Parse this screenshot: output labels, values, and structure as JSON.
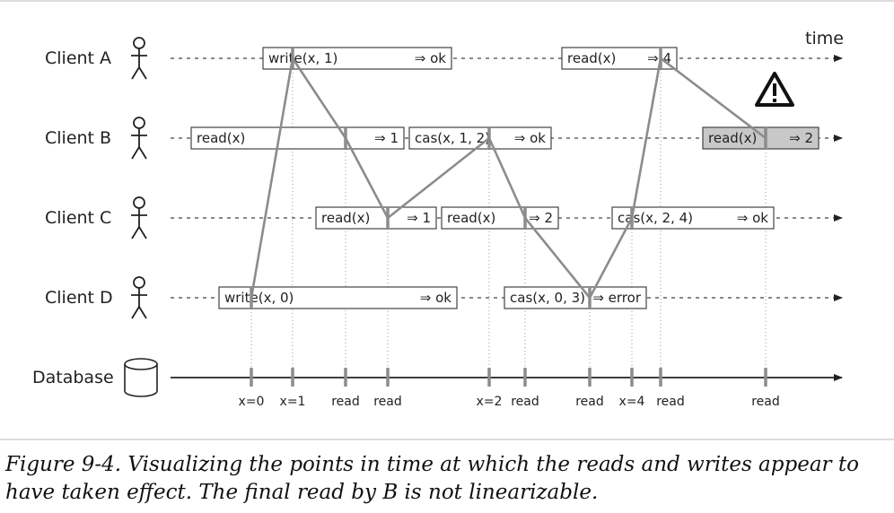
{
  "time_label": "time",
  "clients": [
    {
      "name": "Client A"
    },
    {
      "name": "Client B"
    },
    {
      "name": "Client C"
    },
    {
      "name": "Client D"
    }
  ],
  "database_label": "Database",
  "operations": {
    "a_write": {
      "label": "write(x, 1)",
      "result": "⇒ ok"
    },
    "a_read": {
      "label": "read(x)",
      "result": "⇒ 4"
    },
    "b_read1": {
      "label": "read(x)",
      "result": "⇒ 1"
    },
    "b_cas": {
      "label": "cas(x, 1, 2)",
      "result": "⇒ ok"
    },
    "b_read2": {
      "label": "read(x)",
      "result": "⇒ 2"
    },
    "c_read1": {
      "label": "read(x)",
      "result": "⇒ 1"
    },
    "c_read2": {
      "label": "read(x)",
      "result": "⇒ 2"
    },
    "c_cas": {
      "label": "cas(x, 2, 4)",
      "result": "⇒ ok"
    },
    "d_write": {
      "label": "write(x, 0)",
      "result": "⇒ ok"
    },
    "d_cas": {
      "label": "cas(x, 0, 3)",
      "result": "⇒ error"
    }
  },
  "db_ticks": [
    "x=0",
    "x=1",
    "read",
    "read",
    "x=2",
    "read",
    "read",
    "x=4",
    "read",
    "read"
  ],
  "warning_icon": "warning-triangle-icon",
  "colors": {
    "line": "#8c8c8c",
    "highlight_box": "#c8c8c8"
  },
  "caption": "Figure 9-4. Visualizing the points in time at which the reads and writes appear to have taken effect. The final read by B is not linearizable."
}
